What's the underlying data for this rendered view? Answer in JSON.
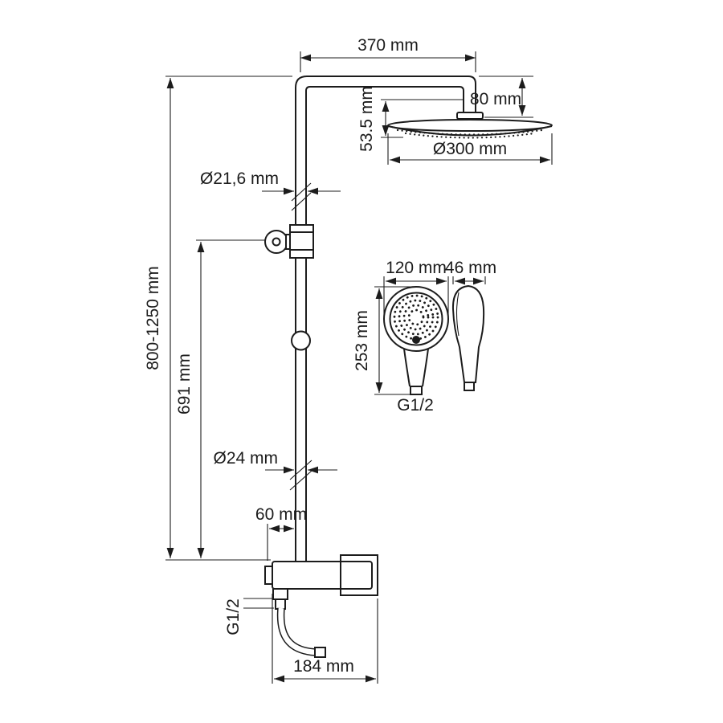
{
  "diagram": {
    "name": "Shower system dimensional drawing",
    "labels": {
      "arm_width": "370 mm",
      "head_drop": "80 mm",
      "head_thickness": "53.5 mm",
      "head_diameter": "Ø300 mm",
      "upper_pipe_diameter": "Ø21,6 mm",
      "overall_height": "800-1250 mm",
      "bracket_span": "691 mm",
      "handshower_width": "120 mm",
      "handshower_depth": "46 mm",
      "handshower_length": "253 mm",
      "handshower_thread": "G1/2",
      "lower_pipe_diameter": "Ø24 mm",
      "outlet_offset": "60 mm",
      "inlet_thread": "G1/2",
      "mixer_width": "184 mm"
    }
  }
}
